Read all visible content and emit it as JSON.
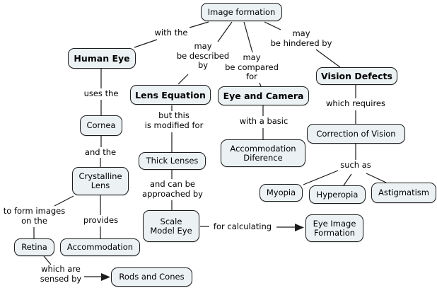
{
  "diagram": {
    "type": "concept-map",
    "topic": "Image formation",
    "colors": {
      "background": "#ffffff",
      "node_fill": "#ecf2f4",
      "node_border": "#1c1c1c",
      "connector": "#1c1c1c",
      "text": "#000000"
    },
    "nodes": {
      "image_formation": {
        "label": "Image formation"
      },
      "human_eye": {
        "label": "Human Eye"
      },
      "lens_equation": {
        "label": "Lens Equation"
      },
      "eye_and_camera": {
        "label": "Eye and Camera"
      },
      "vision_defects": {
        "label": "Vision Defects"
      },
      "cornea": {
        "label": "Cornea"
      },
      "thick_lenses": {
        "label": "Thick Lenses"
      },
      "accommodation_diference": {
        "label": "Accommodation\nDiference"
      },
      "correction_of_vision": {
        "label": "Correction of Vision"
      },
      "crystalline_lens": {
        "label": "Crystalline\nLens"
      },
      "myopia": {
        "label": "Myopia"
      },
      "hyperopia": {
        "label": "Hyperopia"
      },
      "astigmatism": {
        "label": "Astigmatism"
      },
      "scale_model_eye": {
        "label": "Scale\nModel Eye"
      },
      "retina": {
        "label": "Retina"
      },
      "accommodation": {
        "label": "Accommodation"
      },
      "eye_image_formation": {
        "label": "Eye Image\nFormation"
      },
      "rods_and_cones": {
        "label": "Rods and Cones"
      }
    },
    "links": {
      "with_the": {
        "label": "with the"
      },
      "may_be_described_by": {
        "label": "may\nbe described\nby"
      },
      "may_be_compared_for": {
        "label": "may\nbe compared\nfor"
      },
      "may_be_hindered_by": {
        "label": "may\nbe hindered by"
      },
      "uses_the": {
        "label": "uses the"
      },
      "but_this_is_modified_for": {
        "label": "but this\nis modified for"
      },
      "with_a_basic": {
        "label": "with a basic"
      },
      "which_requires": {
        "label": "which requires"
      },
      "and_the": {
        "label": "and the"
      },
      "and_can_be_approached_by": {
        "label": "and can be\napproached by"
      },
      "to_form_images_on_the": {
        "label": "to form images\non the"
      },
      "provides": {
        "label": "provides"
      },
      "such_as": {
        "label": "such as"
      },
      "for_calculating": {
        "label": "for calculating"
      },
      "which_are_sensed_by": {
        "label": "which are\nsensed by"
      }
    }
  }
}
